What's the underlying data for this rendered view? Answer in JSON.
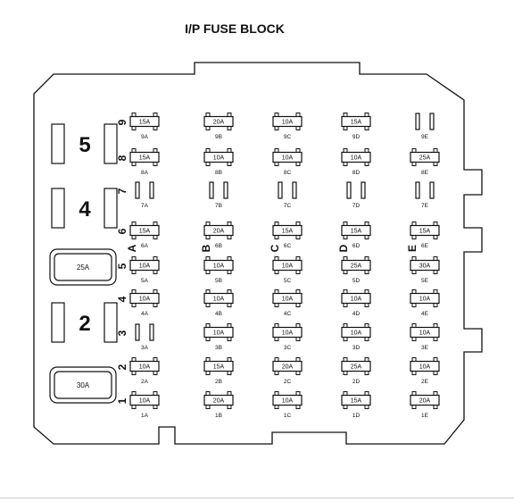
{
  "title": "I/P FUSE BLOCK",
  "columns": [
    "A",
    "B",
    "C",
    "D",
    "E"
  ],
  "rows": [
    "9",
    "8",
    "7",
    "6",
    "5",
    "4",
    "3",
    "2",
    "1"
  ],
  "relays": [
    {
      "label": "5",
      "kind": "relay"
    },
    {
      "label": "4",
      "kind": "relay"
    },
    {
      "label": "25A",
      "kind": "maxi-fuse"
    },
    {
      "label": "2",
      "kind": "relay"
    },
    {
      "label": "30A",
      "kind": "maxi-fuse"
    }
  ],
  "fuses": [
    {
      "row": "9",
      "col": "A",
      "slot": "9A",
      "amp": "15A"
    },
    {
      "row": "9",
      "col": "B",
      "slot": "9B",
      "amp": "20A"
    },
    {
      "row": "9",
      "col": "C",
      "slot": "9C",
      "amp": "10A"
    },
    {
      "row": "9",
      "col": "D",
      "slot": "9D",
      "amp": "15A"
    },
    {
      "row": "9",
      "col": "E",
      "slot": "9E",
      "amp": ""
    },
    {
      "row": "8",
      "col": "A",
      "slot": "8A",
      "amp": "15A"
    },
    {
      "row": "8",
      "col": "B",
      "slot": "8B",
      "amp": "10A"
    },
    {
      "row": "8",
      "col": "C",
      "slot": "8C",
      "amp": "10A"
    },
    {
      "row": "8",
      "col": "D",
      "slot": "8D",
      "amp": "10A"
    },
    {
      "row": "8",
      "col": "E",
      "slot": "8E",
      "amp": "25A"
    },
    {
      "row": "7",
      "col": "A",
      "slot": "7A",
      "amp": ""
    },
    {
      "row": "7",
      "col": "B",
      "slot": "7B",
      "amp": ""
    },
    {
      "row": "7",
      "col": "C",
      "slot": "7C",
      "amp": ""
    },
    {
      "row": "7",
      "col": "D",
      "slot": "7D",
      "amp": ""
    },
    {
      "row": "7",
      "col": "E",
      "slot": "7E",
      "amp": ""
    },
    {
      "row": "6",
      "col": "A",
      "slot": "6A",
      "amp": "15A"
    },
    {
      "row": "6",
      "col": "B",
      "slot": "6B",
      "amp": "20A"
    },
    {
      "row": "6",
      "col": "C",
      "slot": "6C",
      "amp": "15A"
    },
    {
      "row": "6",
      "col": "D",
      "slot": "6D",
      "amp": "15A"
    },
    {
      "row": "6",
      "col": "E",
      "slot": "6E",
      "amp": "15A"
    },
    {
      "row": "5",
      "col": "A",
      "slot": "5A",
      "amp": "10A"
    },
    {
      "row": "5",
      "col": "B",
      "slot": "5B",
      "amp": "10A"
    },
    {
      "row": "5",
      "col": "C",
      "slot": "5C",
      "amp": "10A"
    },
    {
      "row": "5",
      "col": "D",
      "slot": "5D",
      "amp": "25A"
    },
    {
      "row": "5",
      "col": "E",
      "slot": "5E",
      "amp": "30A"
    },
    {
      "row": "4",
      "col": "A",
      "slot": "4A",
      "amp": "10A"
    },
    {
      "row": "4",
      "col": "B",
      "slot": "4B",
      "amp": "10A"
    },
    {
      "row": "4",
      "col": "C",
      "slot": "4C",
      "amp": "10A"
    },
    {
      "row": "4",
      "col": "D",
      "slot": "4D",
      "amp": "10A"
    },
    {
      "row": "4",
      "col": "E",
      "slot": "4E",
      "amp": "10A"
    },
    {
      "row": "3",
      "col": "A",
      "slot": "3A",
      "amp": ""
    },
    {
      "row": "3",
      "col": "B",
      "slot": "3B",
      "amp": "10A"
    },
    {
      "row": "3",
      "col": "C",
      "slot": "3C",
      "amp": "10A"
    },
    {
      "row": "3",
      "col": "D",
      "slot": "3D",
      "amp": "10A"
    },
    {
      "row": "3",
      "col": "E",
      "slot": "3E",
      "amp": "10A"
    },
    {
      "row": "2",
      "col": "A",
      "slot": "2A",
      "amp": "10A"
    },
    {
      "row": "2",
      "col": "B",
      "slot": "2B",
      "amp": "15A"
    },
    {
      "row": "2",
      "col": "C",
      "slot": "2C",
      "amp": "20A"
    },
    {
      "row": "2",
      "col": "D",
      "slot": "2D",
      "amp": "25A"
    },
    {
      "row": "2",
      "col": "E",
      "slot": "2E",
      "amp": "10A"
    },
    {
      "row": "1",
      "col": "A",
      "slot": "1A",
      "amp": "10A"
    },
    {
      "row": "1",
      "col": "B",
      "slot": "1B",
      "amp": "20A"
    },
    {
      "row": "1",
      "col": "C",
      "slot": "1C",
      "amp": "10A"
    },
    {
      "row": "1",
      "col": "D",
      "slot": "1D",
      "amp": "15A"
    },
    {
      "row": "1",
      "col": "E",
      "slot": "1E",
      "amp": "20A"
    }
  ]
}
